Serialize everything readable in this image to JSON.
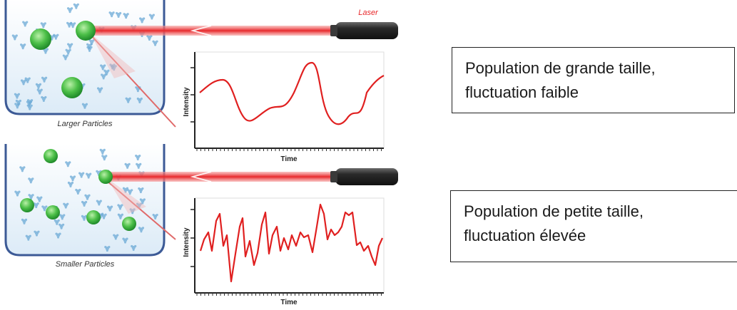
{
  "panels": [
    {
      "laser_label": "Laser",
      "caption": "Larger Particles",
      "y_axis_label": "Intensity",
      "x_axis_label": "Time",
      "callout": [
        "Population de grande taille,",
        "fluctuation faible"
      ]
    },
    {
      "laser_label": "",
      "caption": "Smaller Particles",
      "y_axis_label": "Intensity",
      "x_axis_label": "Time",
      "callout": [
        "Population de petite taille,",
        "fluctuation élevée"
      ]
    }
  ],
  "colors": {
    "beam": "#e8282b",
    "signal": "#e02020",
    "particle": "#4cbf48",
    "molecule": "#6aa9d6",
    "cuvette_border": "#3c5a96",
    "cuvette_fill": "#e8f2fa",
    "laser_body": "#2a2a2a"
  }
}
